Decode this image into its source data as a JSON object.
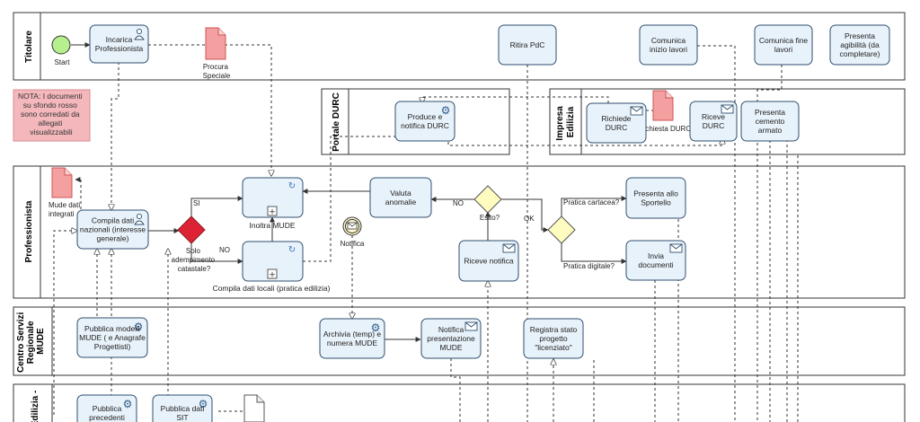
{
  "lanes": {
    "titolare": "Titolare",
    "portale_durc": "Portale DURC",
    "impresa_edilizia": [
      "Impresa",
      "Edilizia"
    ],
    "professionista": "Professionista",
    "centro_servizi": [
      "Centro Servizi",
      "Regionale",
      "MUDE"
    ],
    "bottom": "Edilizia -"
  },
  "events": {
    "start": "Start",
    "notifica": "Notifica"
  },
  "tasks": {
    "incarica": [
      "Incarica",
      "Professionista"
    ],
    "ritira_pdc": [
      "Ritira PdC"
    ],
    "comunica_inizio": [
      "Comunica",
      "inizio lavori"
    ],
    "comunica_fine": [
      "Comunica fine",
      "lavori"
    ],
    "presenta_agibilita": [
      "Presenta",
      "agibilità (da",
      "completare)"
    ],
    "produce_durc": [
      "Produce e",
      "notifica DURC"
    ],
    "richiede_durc": [
      "Richiede",
      "DURC"
    ],
    "riceve_durc": [
      "Riceve",
      "DURC"
    ],
    "presenta_cemento": [
      "Presenta",
      "cemento",
      "armato"
    ],
    "compila_nazionali": [
      "Compila dati",
      "nazionali (interesse",
      "generale)"
    ],
    "valuta_anomalie": [
      "Valuta",
      "anomalie"
    ],
    "riceve_notifica": [
      "Riceve notifica"
    ],
    "presenta_sportello": [
      "Presenta allo",
      "Sportello"
    ],
    "invia_documenti": [
      "Invia",
      "documenti"
    ],
    "pubblica_modelli": [
      "Pubblica modelli",
      "MUDE ( e Anagrafe",
      "Progettisti)"
    ],
    "archivia": [
      "Archivia (temp) e",
      "numera MUDE"
    ],
    "notifica_presentazione": [
      "Notifica",
      "presentazione",
      "MUDE"
    ],
    "registra_stato": [
      "Registra stato",
      "progetto",
      "\"licenziato\""
    ],
    "pubblica_precedenti": [
      "Pubblica",
      "precedenti"
    ],
    "pubblica_sit": [
      "Pubblica dati",
      "SIT"
    ]
  },
  "subprocesses": {
    "inoltra": "Inoltra MUDE",
    "compila_locali": "Compila dati locali (pratica edilizia)"
  },
  "gateways": {
    "solo_adempimento": [
      "Solo",
      "adempimento",
      "catastale?"
    ],
    "esito": "Esito?",
    "tipo_pratica": ""
  },
  "flow_labels": {
    "si": "SI",
    "no_1": "NO",
    "no_2": "NO",
    "ok": "OK",
    "pratica_cartacea": "Pratica cartacea?",
    "pratica_digitale": "Pratica digitale?"
  },
  "documents": {
    "procura": [
      "Procura",
      "Speciale"
    ],
    "richiesta_durc": "Richiesta DURC",
    "mude_dati": [
      "Mude dati",
      "integrati"
    ]
  },
  "note": [
    "NOTA: I documenti",
    "su sfondo rosso",
    "sono corredati da",
    "allegati",
    "visualizzabili"
  ],
  "colors": {
    "task_fill": "#e8f2fa",
    "task_stroke": "#2f4f6f",
    "gateway_fill": "#fffcc0",
    "gateway_sol": "#dd2233",
    "start_fill": "#b6f08e",
    "doc_fill": "#f4a0a0",
    "note_fill": "#f4b8bc"
  }
}
